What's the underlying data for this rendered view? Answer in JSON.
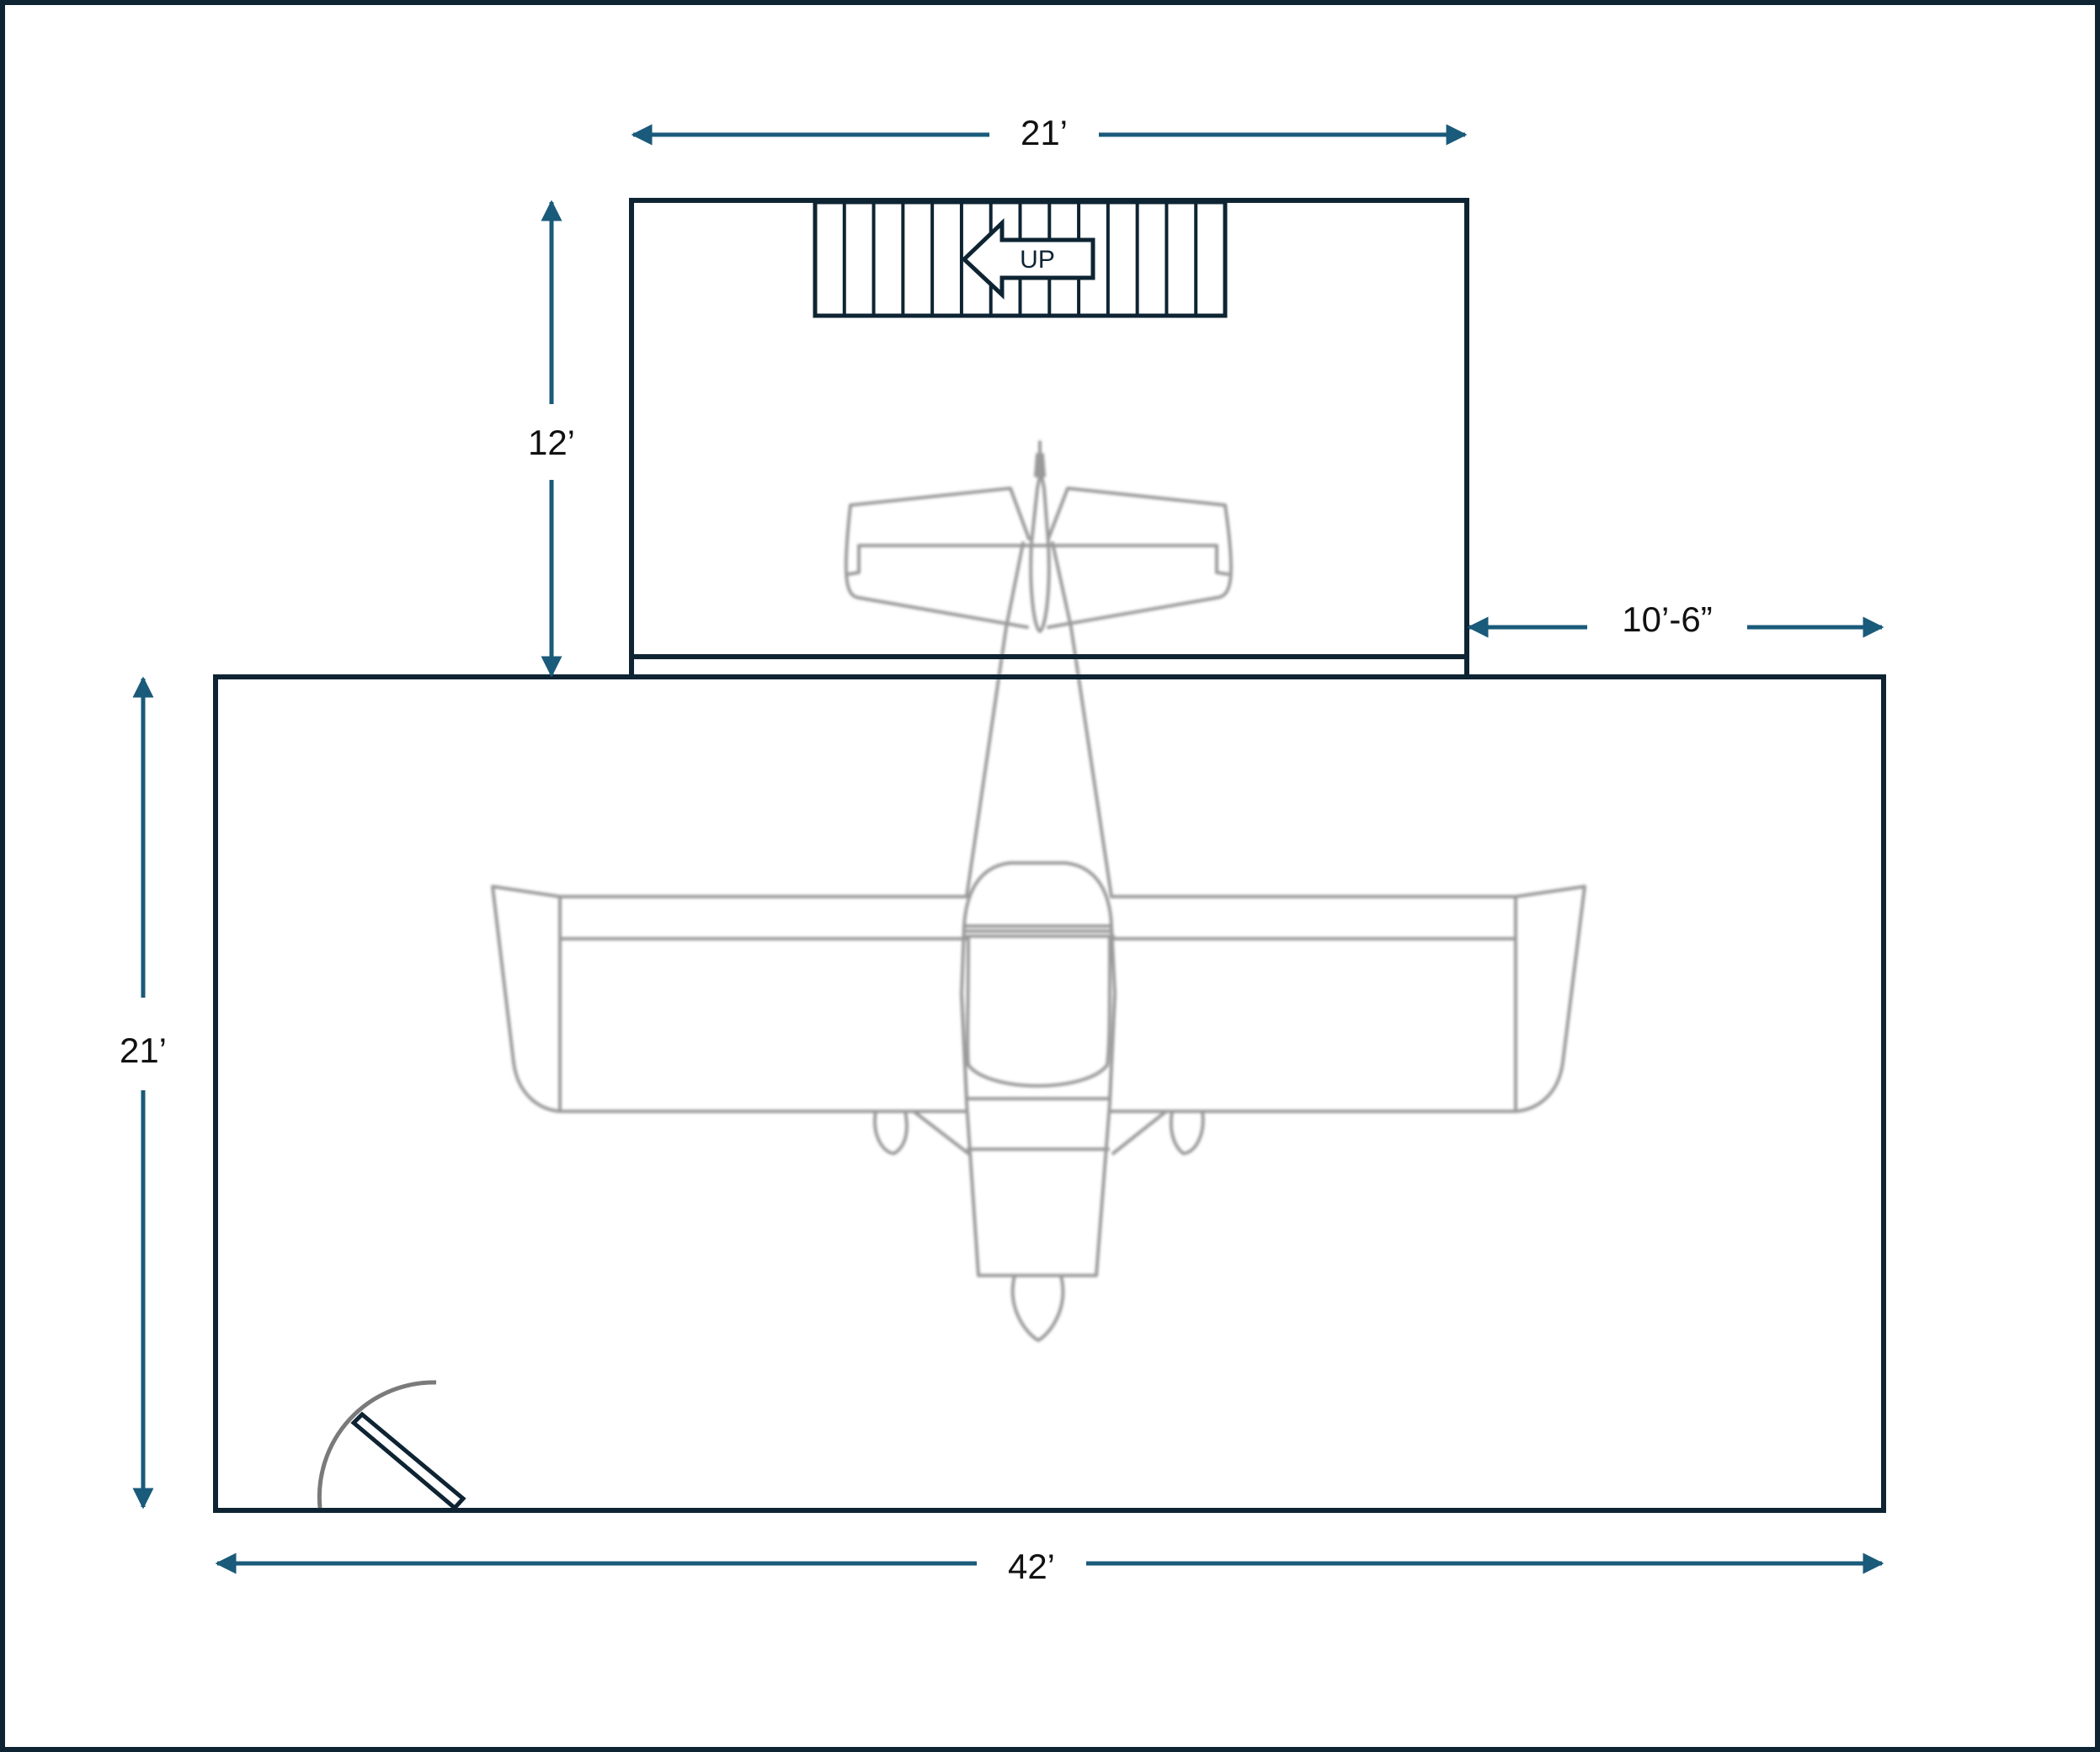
{
  "colors": {
    "wall": "#0e2433",
    "dimension": "#1a5a7a",
    "plane": "#9a9a9a",
    "door_arc": "#7a7a7a",
    "text": "#111111"
  },
  "dimensions": {
    "annex_width": "21’",
    "annex_depth": "12’",
    "annex_offset": "10’-6”",
    "hangar_depth": "21’",
    "hangar_width": "42’"
  },
  "stairs": {
    "label": "UP",
    "tread_count": 14
  },
  "icons": {
    "plane": "airplane-top-view-icon",
    "door": "door-swing-icon",
    "stairs": "stair-up-arrow-icon"
  }
}
